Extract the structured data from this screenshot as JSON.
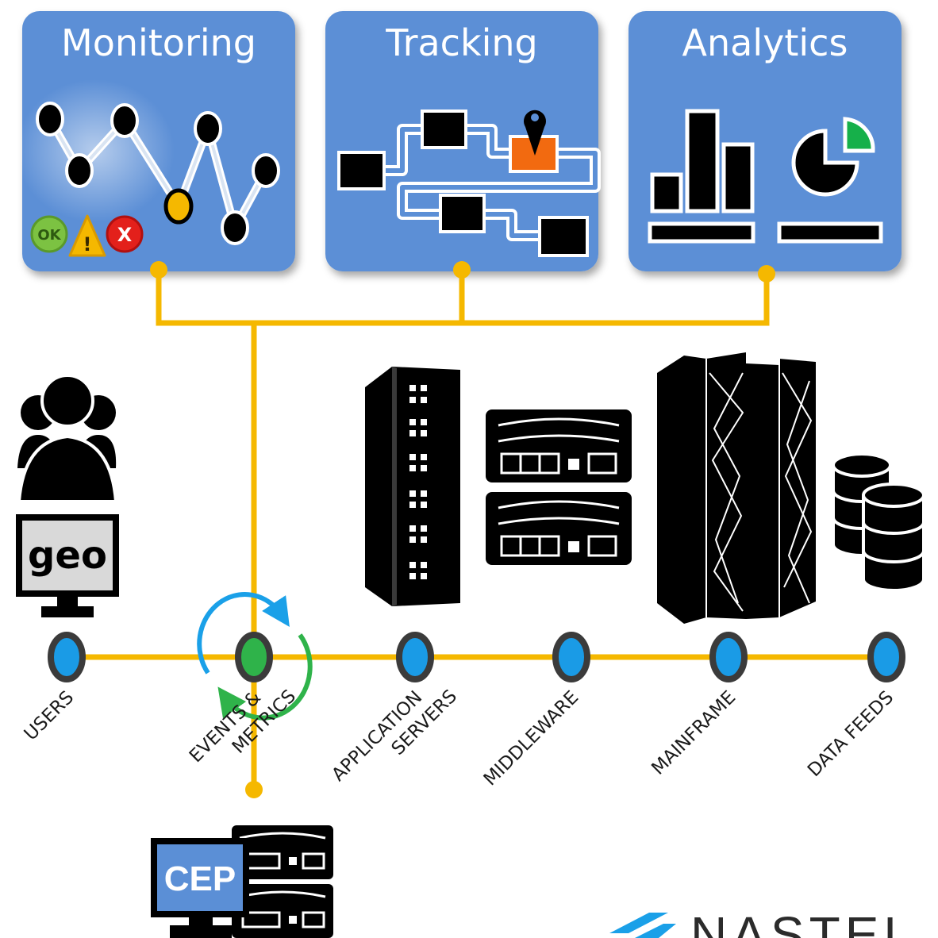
{
  "colors": {
    "card": "#5b8fd6",
    "connector": "#f5b800",
    "node_blue": "#1a9be6",
    "node_green": "#2fb34a",
    "cycle_blue": "#1aa0e8",
    "cycle_green": "#2fb34a",
    "ok_green": "#7cc242",
    "warn_yellow": "#f5b800",
    "error_red": "#e3201b",
    "tracking_orange": "#f26a10",
    "pie_green": "#16b04a"
  },
  "cards": [
    {
      "title": "Monitoring",
      "icon": "monitoring-graph-icon"
    },
    {
      "title": "Tracking",
      "icon": "tracking-flow-icon"
    },
    {
      "title": "Analytics",
      "icon": "analytics-charts-icon"
    }
  ],
  "status_badges": [
    {
      "name": "ok",
      "text": "OK"
    },
    {
      "name": "warning",
      "text": "!"
    },
    {
      "name": "error",
      "text": "X"
    }
  ],
  "nodes": [
    {
      "id": "users",
      "lines": [
        "USERS"
      ],
      "icon": "users-icon"
    },
    {
      "id": "events-metrics",
      "lines": [
        "EVENTS &",
        "METRICS"
      ],
      "icon": "cycle-icon"
    },
    {
      "id": "application-servers",
      "lines": [
        "APPLICATION",
        "SERVERS"
      ],
      "icon": "server-rack-icon"
    },
    {
      "id": "middleware",
      "lines": [
        "MIDDLEWARE"
      ],
      "icon": "middleware-server-icon"
    },
    {
      "id": "mainframe",
      "lines": [
        "MAINFRAME"
      ],
      "icon": "mainframe-icon"
    },
    {
      "id": "data-feeds",
      "lines": [
        "DATA FEEDS"
      ],
      "icon": "database-icon"
    }
  ],
  "browser_logo_text": "geo",
  "cep_label": "CEP",
  "brand": "NASTEL"
}
